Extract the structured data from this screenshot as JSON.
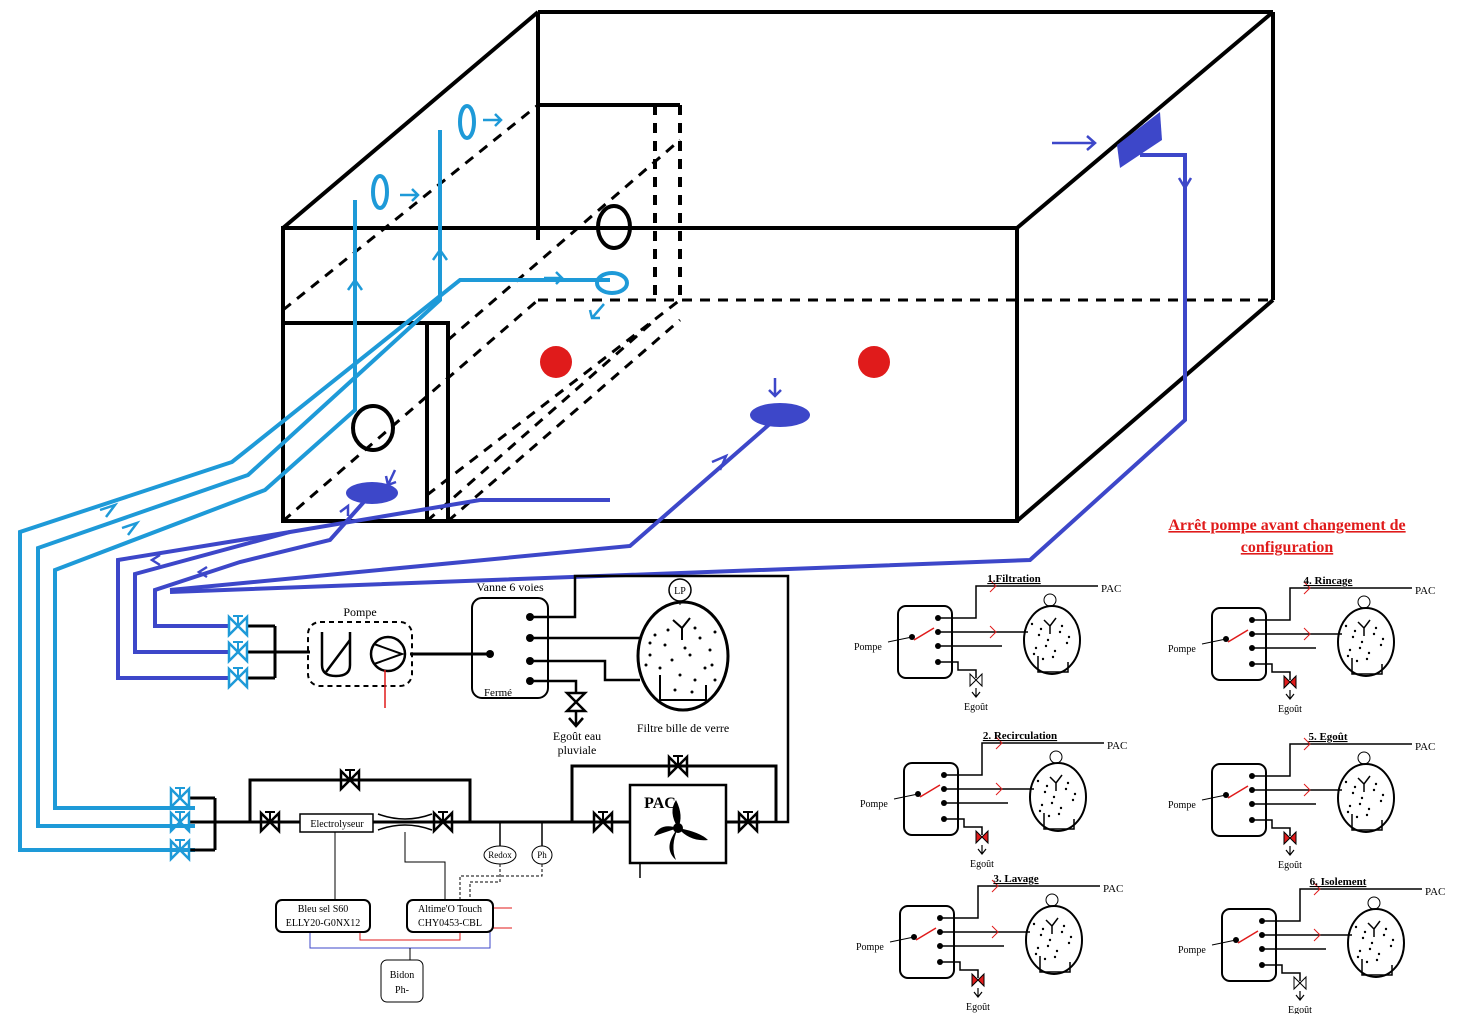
{
  "colors": {
    "pipe_light": "#1e9ad8",
    "pipe_dark": "#3d47c9",
    "outline": "#000000",
    "accent_red": "#e01b1b"
  },
  "texts": {
    "pump": "Pompe",
    "valve6": "Vanne 6 voies",
    "closed": "Fermé",
    "lp": "LP",
    "drain_rain_1": "Egoût eau",
    "drain_rain_2": "pluviale",
    "filter": "Filtre bille de verre",
    "pac": "PAC",
    "electrolyser": "Electrolyseur",
    "redox": "Redox",
    "ph": "Ph",
    "bleu_1": "Bleu sel S60",
    "bleu_2": "ELLY20-G0NX12",
    "altime_1": "Altime'O Touch",
    "altime_2": "CHY0453-CBL",
    "bidon_1": "Bidon",
    "bidon_2": "Ph-",
    "warning_1": "Arrêt pompe avant changement de",
    "warning_2": "configuration"
  },
  "configs": [
    {
      "title": "1.Filtration",
      "pump": "Pompe",
      "pac": "PAC",
      "drain": "Egoût"
    },
    {
      "title": "2. Recirculation",
      "pump": "Pompe",
      "pac": "PAC",
      "drain": "Egoût"
    },
    {
      "title": "3. Lavage",
      "pump": "Pompe",
      "pac": "PAC",
      "drain": "Egoût"
    },
    {
      "title": "4. Rincage",
      "pump": "Pompe",
      "pac": "PAC",
      "drain": "Egoût"
    },
    {
      "title": "5. Egoût",
      "pump": "Pompe",
      "pac": "PAC",
      "drain": "Egoût"
    },
    {
      "title": "6. Isolement",
      "pump": "Pompe",
      "pac": "PAC",
      "drain": "Egoût"
    }
  ]
}
